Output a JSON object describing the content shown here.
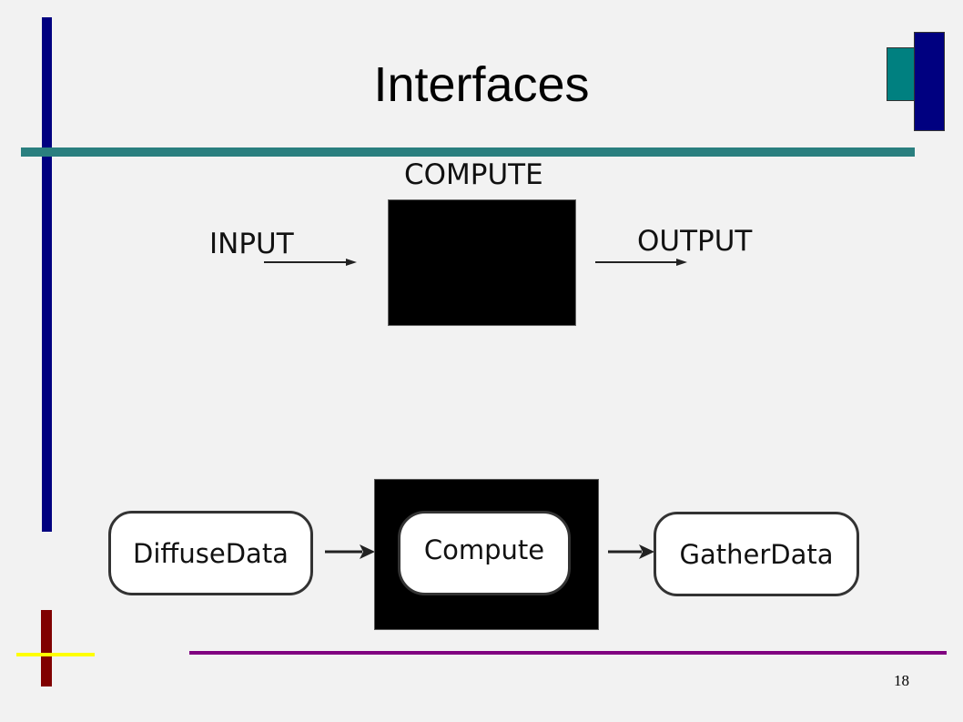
{
  "slide": {
    "title": "Interfaces",
    "page_number": "18"
  },
  "diagram_top": {
    "compute_label": "COMPUTE",
    "input_label": "INPUT",
    "output_label": "OUTPUT"
  },
  "diagram_bottom": {
    "diffuse_label": "DiffuseData",
    "compute_label": "Compute",
    "gather_label": "GatherData"
  },
  "colors": {
    "navy": "#000080",
    "teal": "#008080",
    "maroon": "#800000",
    "yellow": "#ffff00",
    "purple": "#800080",
    "background": "#f2f2f2"
  }
}
